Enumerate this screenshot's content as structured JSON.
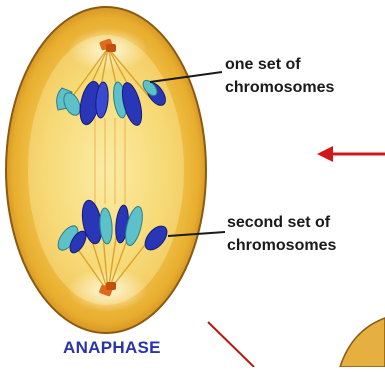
{
  "labels": {
    "first_set_line1": "one set of",
    "first_set_line2": "chromosomes",
    "second_set_line1": "second set of",
    "second_set_line2": "chromosomes"
  },
  "phase": {
    "title": "ANAPHASE"
  },
  "colors": {
    "cell_fill": "#f2c24a",
    "cell_outline": "#8a5a12",
    "chromosome_dark": "#2a36b8",
    "chromosome_light": "#5ec0c8",
    "centrosome": "#e06a1a",
    "spindle": "#d8a020",
    "arrow": "#d01818",
    "title": "#2a34a8"
  },
  "icons": {
    "arrow": "red-arrow-left",
    "pointer": "leader-line"
  }
}
